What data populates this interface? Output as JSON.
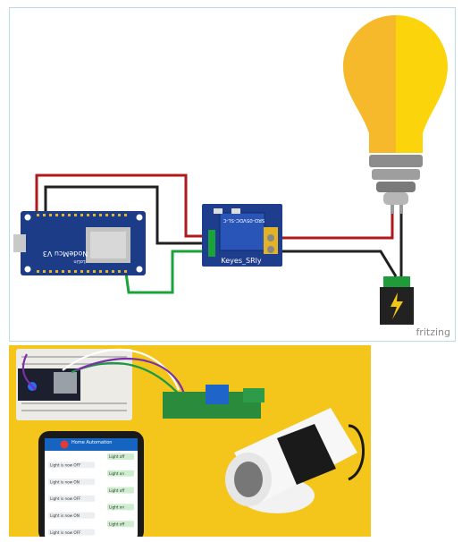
{
  "diagram": {
    "nodemcu_label": "NodeMcu V3",
    "nodemcu_sub": "LoLin",
    "relay_label": "Keyes_SRly",
    "relay_code": "SRD-05VDC-SL-C",
    "watermark": "fritzing"
  },
  "phone": {
    "app_title": "Home Automation",
    "messages": [
      {
        "side": "right",
        "text": "Light off"
      },
      {
        "side": "left",
        "text": "Light is now OFF"
      },
      {
        "side": "right",
        "text": "Light on"
      },
      {
        "side": "left",
        "text": "Light is now ON"
      },
      {
        "side": "right",
        "text": "Light off"
      },
      {
        "side": "left",
        "text": "Light is now OFF"
      },
      {
        "side": "right",
        "text": "Light on"
      },
      {
        "side": "left",
        "text": "Light is now ON"
      },
      {
        "side": "right",
        "text": "Light off"
      },
      {
        "side": "left",
        "text": "Light is now OFF"
      }
    ]
  },
  "colors": {
    "wire_red": "#b0191c",
    "wire_black": "#202020",
    "wire_green": "#1aa33a",
    "board_blue": "#1d3c88",
    "relay_blue": "#1e3d8c",
    "bulb_left": "#f6b92b",
    "bulb_right": "#fcd40c",
    "photo_bg": "#f4c51b"
  }
}
